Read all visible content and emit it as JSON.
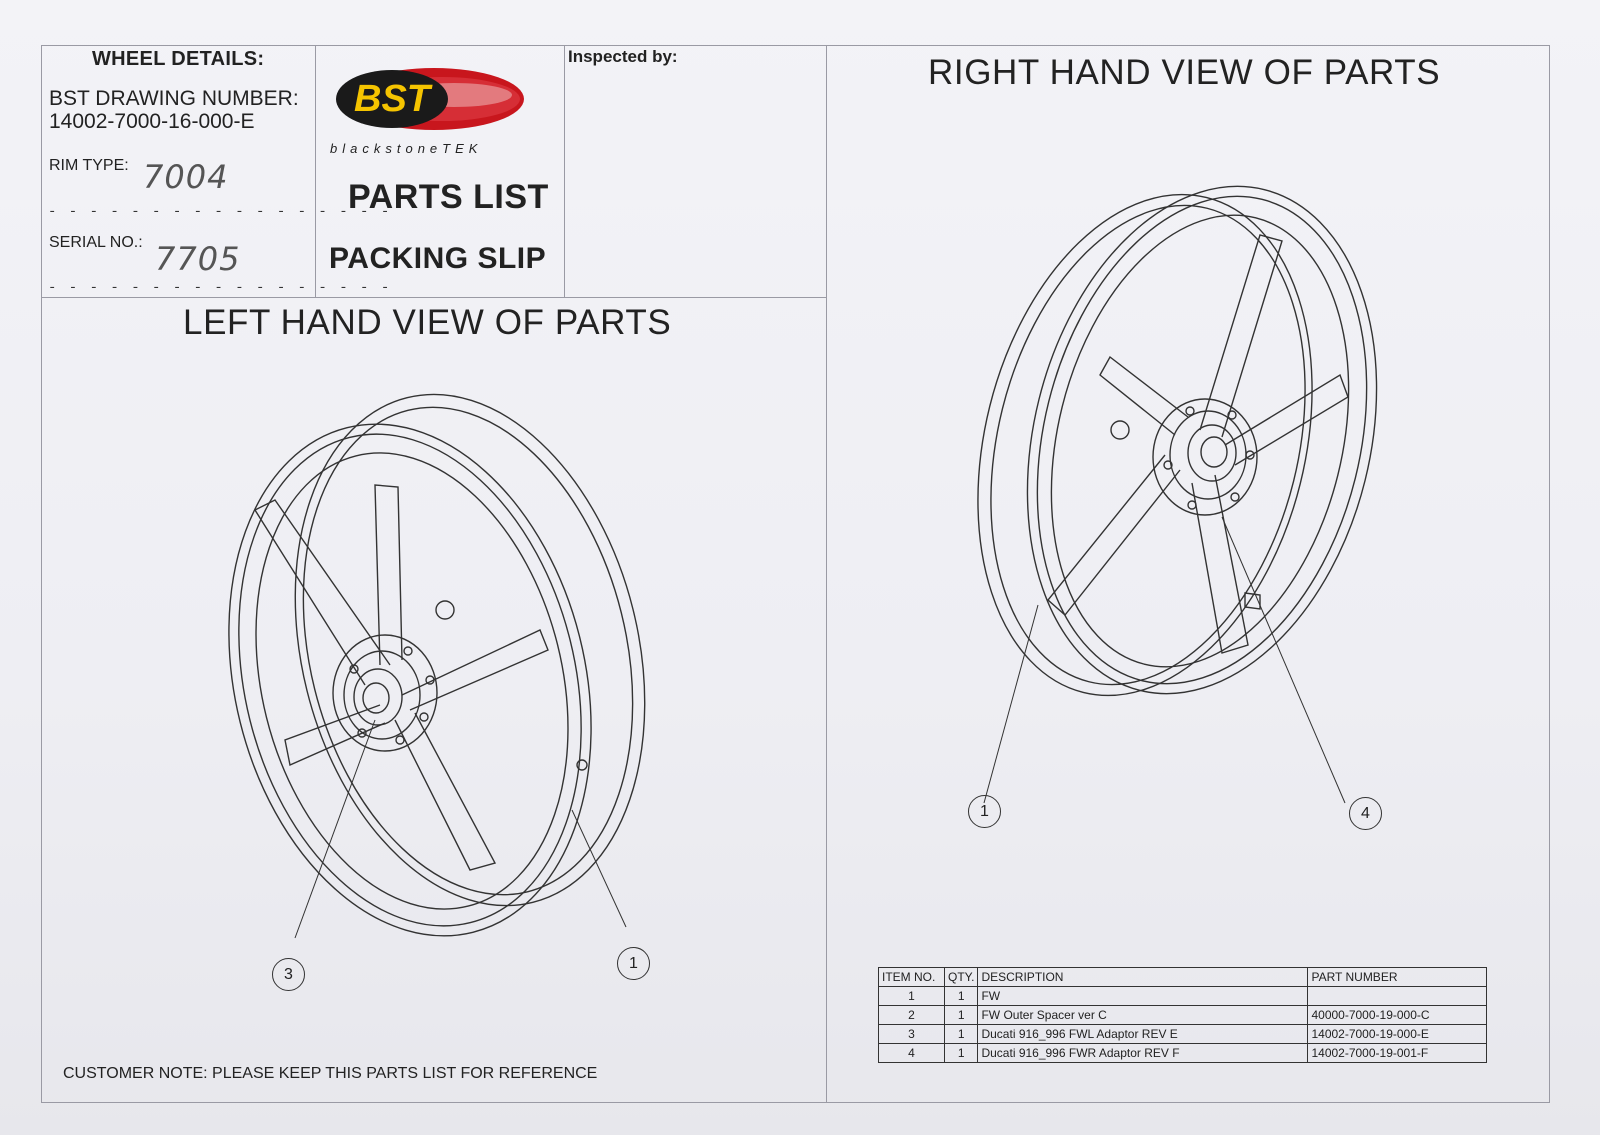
{
  "header": {
    "wheel_details_title": "WHEEL DETAILS:",
    "drawing_number_label": "BST DRAWING NUMBER:",
    "drawing_number": "14002-7000-16-000-E",
    "rim_type_label": "RIM TYPE:",
    "rim_type_value": "7004",
    "serial_label": "SERIAL NO.:",
    "serial_value": "7705",
    "dash_line": "- - - - - - - - - - - - - - - - -"
  },
  "logo": {
    "brand": "BST",
    "tagline": "blackstoneTEK"
  },
  "doc_titles": {
    "parts_list": "PARTS LIST",
    "packing_slip": "PACKING SLIP",
    "inspected_by": "Inspected by:"
  },
  "views": {
    "left_title": "LEFT HAND VIEW OF PARTS",
    "right_title": "RIGHT HAND VIEW OF PARTS",
    "left_callouts": [
      "3",
      "1"
    ],
    "right_callouts": [
      "1",
      "4"
    ]
  },
  "parts_table": {
    "headers": [
      "ITEM NO.",
      "QTY.",
      "DESCRIPTION",
      "PART NUMBER"
    ],
    "rows": [
      [
        "1",
        "1",
        "FW",
        ""
      ],
      [
        "2",
        "1",
        "FW Outer Spacer ver C",
        "40000-7000-19-000-C"
      ],
      [
        "3",
        "1",
        "Ducati 916_996 FWL Adaptor REV E",
        "14002-7000-19-000-E"
      ],
      [
        "4",
        "1",
        "Ducati 916_996 FWR Adaptor REV F",
        "14002-7000-19-001-F"
      ]
    ]
  },
  "footer": {
    "customer_note": "CUSTOMER NOTE: PLEASE KEEP THIS PARTS LIST FOR REFERENCE"
  },
  "colors": {
    "logo_red": "#c8161d",
    "logo_yellow": "#f5c400",
    "line": "#333333"
  }
}
